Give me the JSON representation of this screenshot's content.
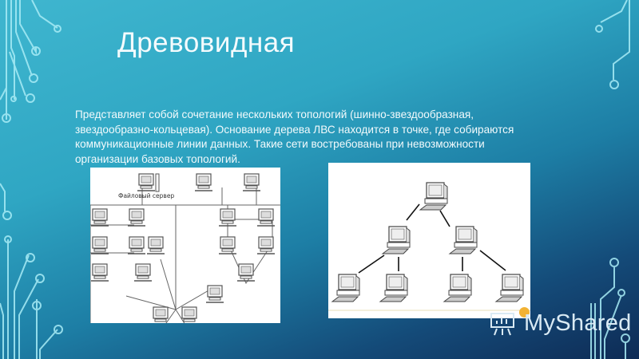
{
  "slide": {
    "title": "Древовидная",
    "body": "Представляет собой сочетание нескольких топологий (шинно-звездообразная, звездообразно-кольцевая). Основание дерева ЛВС находится в точке, где собираются коммуникационные линии данных. Такие сети востребованы при невозможности организации базовых топологий."
  },
  "figures": {
    "left": {
      "label": "Файловый сервер",
      "description": "Combined bus-star-ring network diagram"
    },
    "right": {
      "description": "Hierarchical tree of 7 computers: 1 root, 2 children, 4 leaves"
    }
  },
  "watermark": {
    "text": "MyShared",
    "icon": "presentation-board-icon"
  },
  "colors": {
    "background_top": "#3fb6cf",
    "background_bottom": "#0e2b55",
    "circuit_lines": "#9fe6f2",
    "accent_dot": "#f2b233"
  }
}
